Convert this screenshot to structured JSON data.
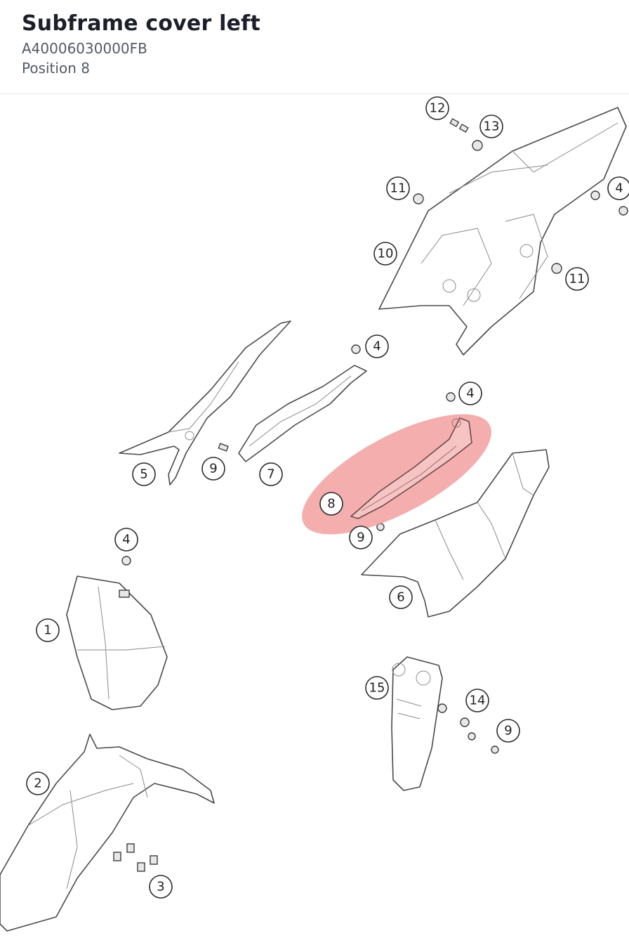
{
  "header": {
    "title": "Subframe cover left",
    "part_number": "A40006030000FB",
    "position": "Position 8"
  },
  "diagram": {
    "highlight_color": "#f2a0a0",
    "highlighted_position": "8",
    "callouts": [
      "12",
      "13",
      "11",
      "4",
      "10",
      "11",
      "4",
      "4",
      "5",
      "9",
      "7",
      "8",
      "9",
      "6",
      "4",
      "1",
      "15",
      "14",
      "9",
      "2",
      "3"
    ]
  }
}
